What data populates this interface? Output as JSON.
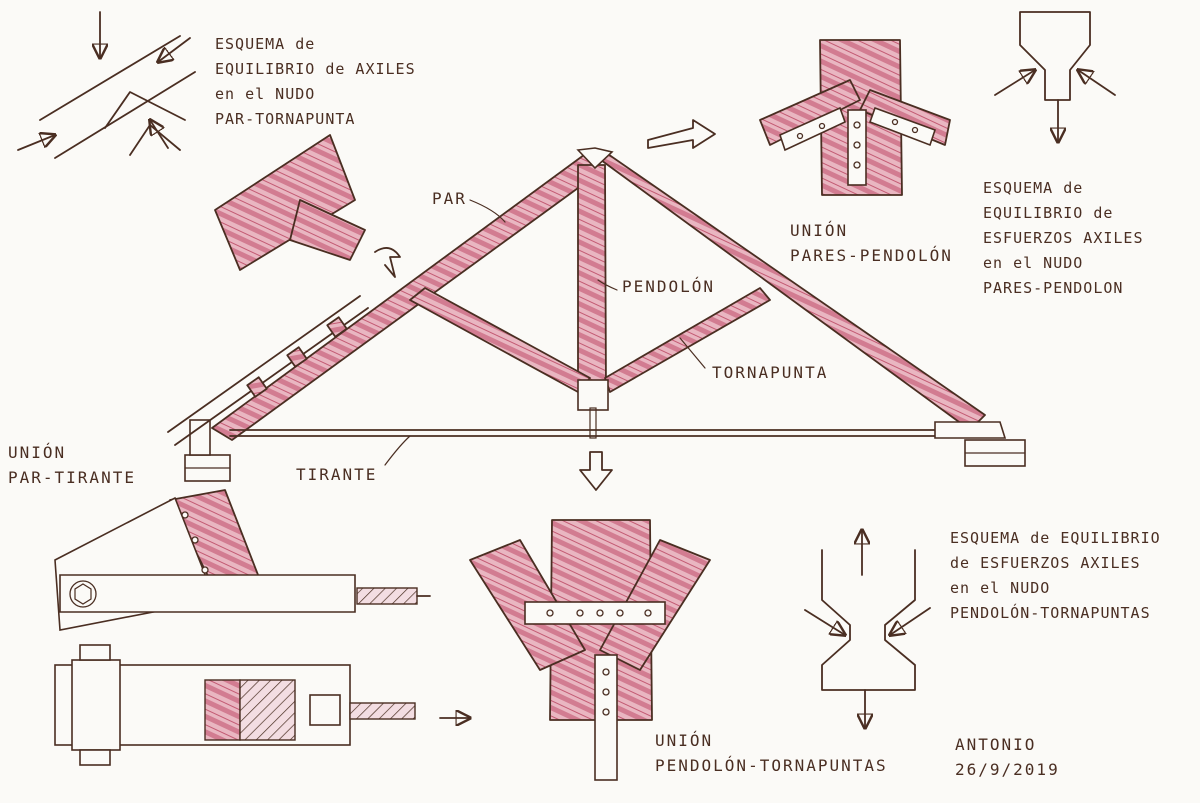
{
  "notes": {
    "esquema_par_tornapunta": [
      "ESQUEMA de",
      "EQUILIBRIO de AXILES",
      "en el NUDO",
      "PAR-TORNAPUNTA"
    ],
    "esquema_pares_pendolon": [
      "ESQUEMA de",
      "EQUILIBRIO de",
      "ESFUERZOS AXILES",
      "en el NUDO",
      "PARES-PENDOLON"
    ],
    "esquema_pendolon_tornapuntas": [
      "ESQUEMA de EQUILIBRIO",
      "de ESFUERZOS AXILES",
      "en el NUDO",
      "PENDOLÓN-TORNAPUNTAS"
    ],
    "union_par_tirante": [
      "UNIÓN",
      "PAR-TIRANTE"
    ],
    "union_pares_pendolon": [
      "UNIÓN",
      "PARES-PENDOLÓN"
    ],
    "union_pendolon_tornapuntas": [
      "UNIÓN",
      "PENDOLÓN-TORNAPUNTAS"
    ]
  },
  "labels": {
    "par": "PAR",
    "pendolon": "PENDOLÓN",
    "tornapunta": "TORNAPUNTA",
    "tirante": "TIRANTE"
  },
  "signature": {
    "name": "ANTONIO",
    "date": "26/9/2019"
  },
  "colors": {
    "ink": "#4a2e22",
    "wood_wash": "#c8566f",
    "paper": "#fbfaf7"
  }
}
